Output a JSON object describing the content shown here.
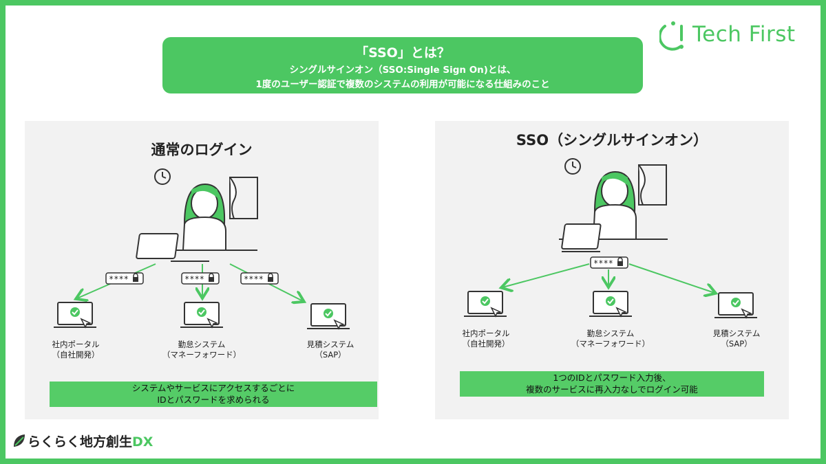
{
  "banner": {
    "title": "「SSO」とは？",
    "line1": "シングルサインオン（SSO:Single Sign On)とは、",
    "line2": "1度のユーザー認証で複数のシステムの利用が可能になる仕組みのこと"
  },
  "brand": {
    "name": "Tech First"
  },
  "left_panel": {
    "title": "通常のログイン",
    "password_mask": "****",
    "nodes": [
      {
        "line1": "社内ポータル",
        "line2": "（自社開発）"
      },
      {
        "line1": "勤怠システム",
        "line2": "（マネーフォワード）"
      },
      {
        "line1": "見積システム",
        "line2": "（SAP）"
      }
    ],
    "note_line1": "システムやサービスにアクセスするごとに",
    "note_line2": "IDとパスワードを求められる"
  },
  "right_panel": {
    "title": "SSO（シングルサインオン）",
    "password_mask": "****",
    "nodes": [
      {
        "line1": "社内ポータル",
        "line2": "（自社開発）"
      },
      {
        "line1": "勤怠システム",
        "line2": "（マネーフォワード）"
      },
      {
        "line1": "見積システム",
        "line2": "（SAP）"
      }
    ],
    "note_line1": "1つのIDとパスワード入力後、",
    "note_line2": "複数のサービスに再入力なしでログイン可能"
  },
  "footer": {
    "logo_text": "らくらく地方創生",
    "logo_suffix": "DX"
  },
  "colors": {
    "accent": "#4cc762",
    "panel_bg": "#f2f2f2",
    "note_bg": "#55cc67"
  }
}
